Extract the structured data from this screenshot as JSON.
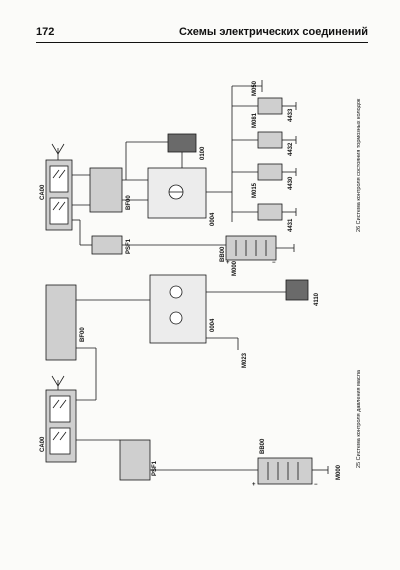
{
  "page": {
    "number": "172",
    "title": "Схемы электрических соединений"
  },
  "captions": {
    "top": "26 Система контроля состояния тормозных колодок",
    "bottom": "25 Система контроля давления масла"
  },
  "top_scheme": {
    "antenna_unit": "CA00",
    "fuse_box": "BF00",
    "fuse": "PSF1",
    "instrument_panel": "0004",
    "connector": "0100",
    "battery": "BB00",
    "ground": "M000",
    "pads": [
      "4431",
      "4430",
      "4432",
      "4433"
    ],
    "pad_grounds": [
      "M015",
      "M081",
      "M050"
    ]
  },
  "bottom_scheme": {
    "antenna_unit": "CA00",
    "fuse_box": "BF00",
    "fuse": "PSF1",
    "instrument_panel": "0004",
    "sensor": "4110",
    "sensor_ground": "M023",
    "battery": "BB00",
    "ground": "M000"
  },
  "symbols": {
    "plus": "+",
    "minus": "−"
  },
  "colors": {
    "line": "#1a1a1a",
    "block_fill": "#cfcfcf",
    "dark_fill": "#6a6a6a"
  }
}
